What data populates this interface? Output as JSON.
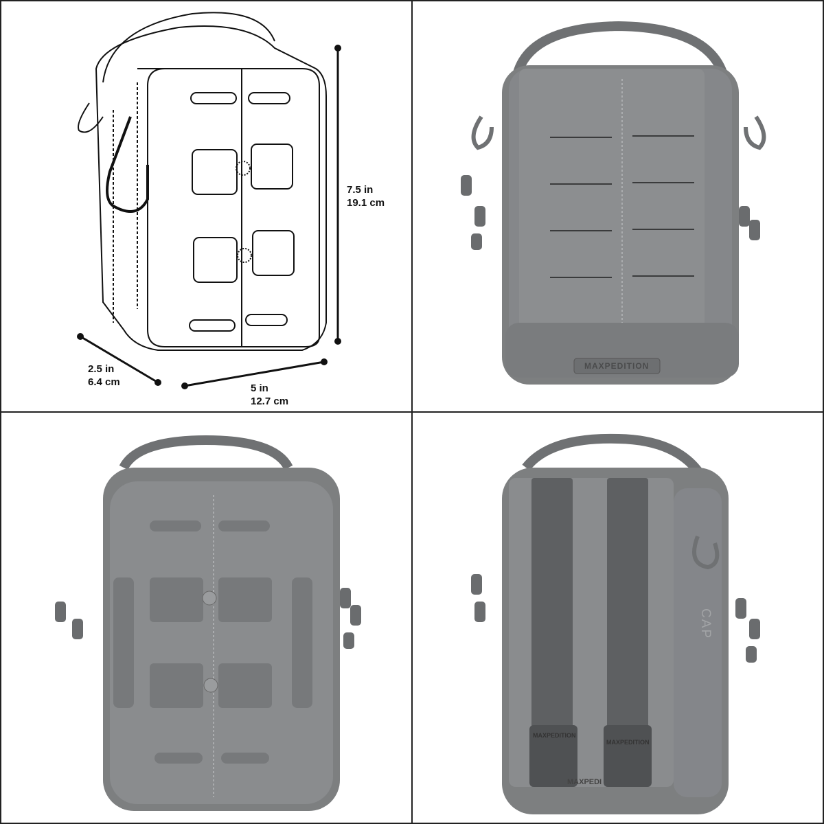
{
  "panels": [
    {
      "id": "line-drawing",
      "description": "Line drawing of pouch with dimensions"
    },
    {
      "id": "front-view",
      "logo": "MAXPEDITION"
    },
    {
      "id": "back-view"
    },
    {
      "id": "rear-strap-view",
      "side_label": "CAP",
      "buckle_labels": [
        "MAXPEDITION",
        "MAXPEDITION"
      ],
      "base_logo": "MAXPEDI"
    }
  ],
  "dimensions": {
    "height": {
      "in": "7.5 in",
      "cm": "19.1 cm"
    },
    "depth": {
      "in": "2.5 in",
      "cm": "6.4 cm"
    },
    "width": {
      "in": "5 in",
      "cm": "12.7 cm"
    }
  },
  "colors": {
    "border": "#222222",
    "pouch_gray": "#7d7f80",
    "pouch_dark": "#5f6163",
    "panel_gray": "#8c8e90"
  }
}
